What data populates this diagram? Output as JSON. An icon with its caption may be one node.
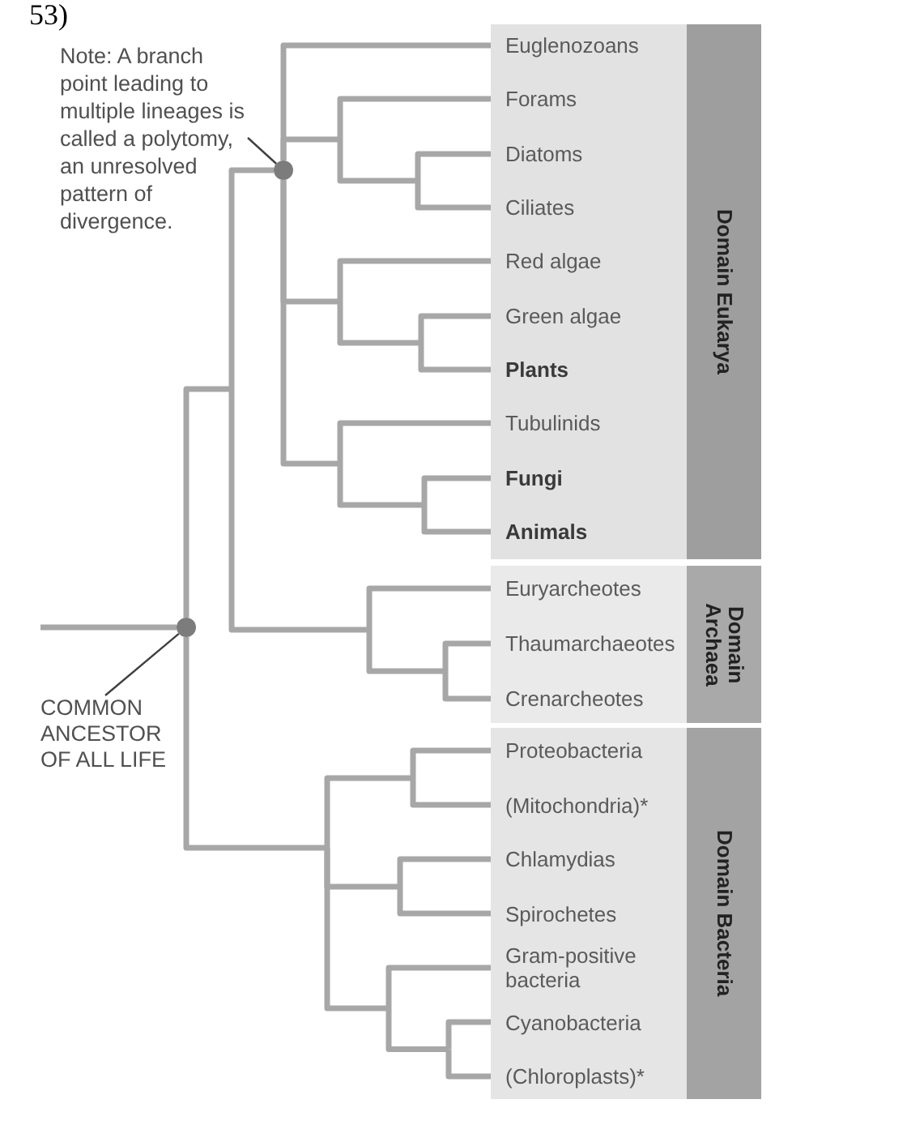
{
  "diagram": {
    "nodes": [
      {
        "text": [
          "Note: A branch point leading to multiple lineages is called a polytomy, an unresolved pattern of divergence."
        ]
      },
      {
        "text": [],
        "shape": "circle"
      },
      {
        "text": [
          "Domain Eukarya"
        ]
      },
      {
        "text": [
          "Euglenozoans"
        ],
        "in": 2
      },
      {
        "text": [
          "Forams"
        ],
        "in": 2
      },
      {
        "text": [
          "Diatoms"
        ],
        "in": 2
      },
      {
        "text": [
          "Ciliates"
        ],
        "in": 2
      },
      {
        "text": [
          "Red algae"
        ],
        "in": 2
      },
      {
        "text": [
          "Green algae"
        ],
        "in": 2
      },
      {
        "text": [
          "Plants"
        ],
        "in": 2
      },
      {
        "text": [
          "Tubulinids"
        ],
        "in": 2
      },
      {
        "text": [
          "Fungi"
        ],
        "in": 2
      },
      {
        "text": [
          "Animals"
        ],
        "in": 2
      },
      {
        "text": [
          "Domain Archaea"
        ]
      },
      {
        "text": [
          "Euryarcheotes"
        ],
        "in": 13
      },
      {
        "text": [
          "Thaumarchaeotes"
        ],
        "in": 13
      },
      {
        "text": [
          "Crenarcheotes"
        ],
        "in": 13
      },
      {
        "text": [],
        "shape": "circle"
      },
      {
        "text": [
          "COMMON ANCESTOR OF ALL LIFE"
        ]
      },
      {
        "text": [
          "Domain Bacteria"
        ]
      },
      {
        "text": [
          "Proteobacteria"
        ],
        "in": 19
      },
      {
        "text": [
          "(Mitochondria)*"
        ],
        "in": 19
      },
      {
        "text": [
          "Chlamydias"
        ],
        "in": 19
      },
      {
        "text": [
          "Spirochetes"
        ],
        "in": 19
      },
      {
        "text": [
          "Gram-positive bacteria"
        ],
        "in": 19
      },
      {
        "text": [
          "Cyanobacteria"
        ],
        "in": 19
      },
      {
        "text": [
          "(Chloroplasts)*"
        ],
        "in": 19
      }
    ],
    "edges": [
      {
        "from": 0,
        "to": 1,
        "arrow": "none",
        "color": "#404040"
      },
      {
        "from": 1,
        "to": 3,
        "arrow": "none"
      },
      {
        "from": 1,
        "to": 4,
        "arrow": "none"
      },
      {
        "from": 1,
        "to": 5,
        "arrow": "none"
      },
      {
        "from": 1,
        "to": 6,
        "arrow": "none"
      },
      {
        "from": 1,
        "to": 7,
        "arrow": "none"
      },
      {
        "from": 1,
        "to": 8,
        "arrow": "none"
      },
      {
        "from": 1,
        "to": 9,
        "arrow": "none"
      },
      {
        "from": 1,
        "to": 10,
        "arrow": "none"
      },
      {
        "from": 1,
        "to": 11,
        "arrow": "none"
      },
      {
        "from": 1,
        "to": 12,
        "arrow": "none"
      },
      {
        "from": 17,
        "to": 1,
        "arrow": "none"
      },
      {
        "from": 17,
        "to": 14,
        "arrow": "none"
      },
      {
        "from": 17,
        "to": 15,
        "arrow": "none"
      },
      {
        "from": 17,
        "to": 16,
        "arrow": "none"
      },
      {
        "from": null,
        "to": 17,
        "arrow": "none"
      },
      {
        "from": 18,
        "to": 17,
        "arrow": "none",
        "color": "#404040"
      },
      {
        "from": 17,
        "to": 20,
        "arrow": "none"
      },
      {
        "from": 17,
        "to": 21,
        "arrow": "none"
      },
      {
        "from": 17,
        "to": 22,
        "arrow": "none"
      },
      {
        "from": 17,
        "to": 23,
        "arrow": "none"
      },
      {
        "from": 17,
        "to": 24,
        "arrow": "none"
      },
      {
        "from": 17,
        "to": 25,
        "arrow": "none"
      },
      {
        "from": 17,
        "to": 26,
        "arrow": "none"
      }
    ],
    "labels": [
      "53)"
    ]
  }
}
